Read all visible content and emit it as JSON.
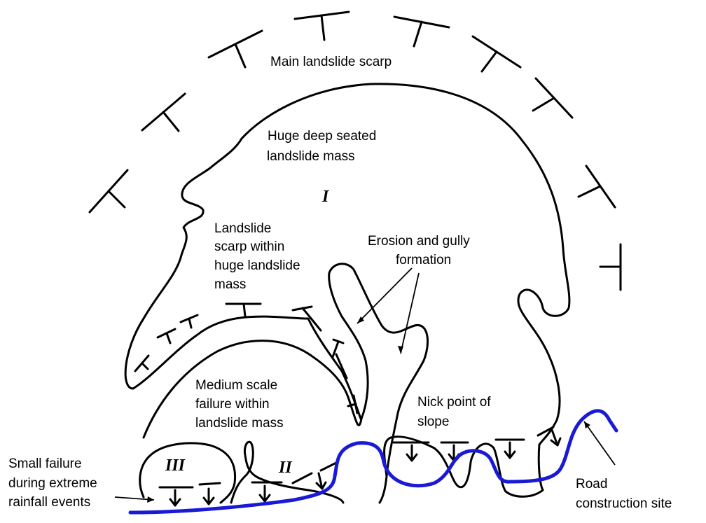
{
  "labels": {
    "main_scarp": "Main landslide scarp",
    "huge_mass_line1": "Huge deep seated",
    "huge_mass_line2": "landslide mass",
    "zone_1": "I",
    "zone_2": "II",
    "zone_3": "III",
    "scarp_within_line1": "Landslide",
    "scarp_within_line2": "scarp within",
    "scarp_within_line3": "huge landslide",
    "scarp_within_line4": "mass",
    "erosion_line1": "Erosion and gully",
    "erosion_line2": "formation",
    "medium_line1": "Medium scale",
    "medium_line2": "failure within",
    "medium_line3": "landslide mass",
    "nick_line1": "Nick point of",
    "nick_line2": "slope",
    "small_line1": "Small failure",
    "small_line2": "during extreme",
    "small_line3": "rainfall events",
    "road_line1": "Road",
    "road_line2": "construction site"
  },
  "colors": {
    "road": "#1a1ad6",
    "outline": "#000000",
    "background": "#ffffff"
  }
}
